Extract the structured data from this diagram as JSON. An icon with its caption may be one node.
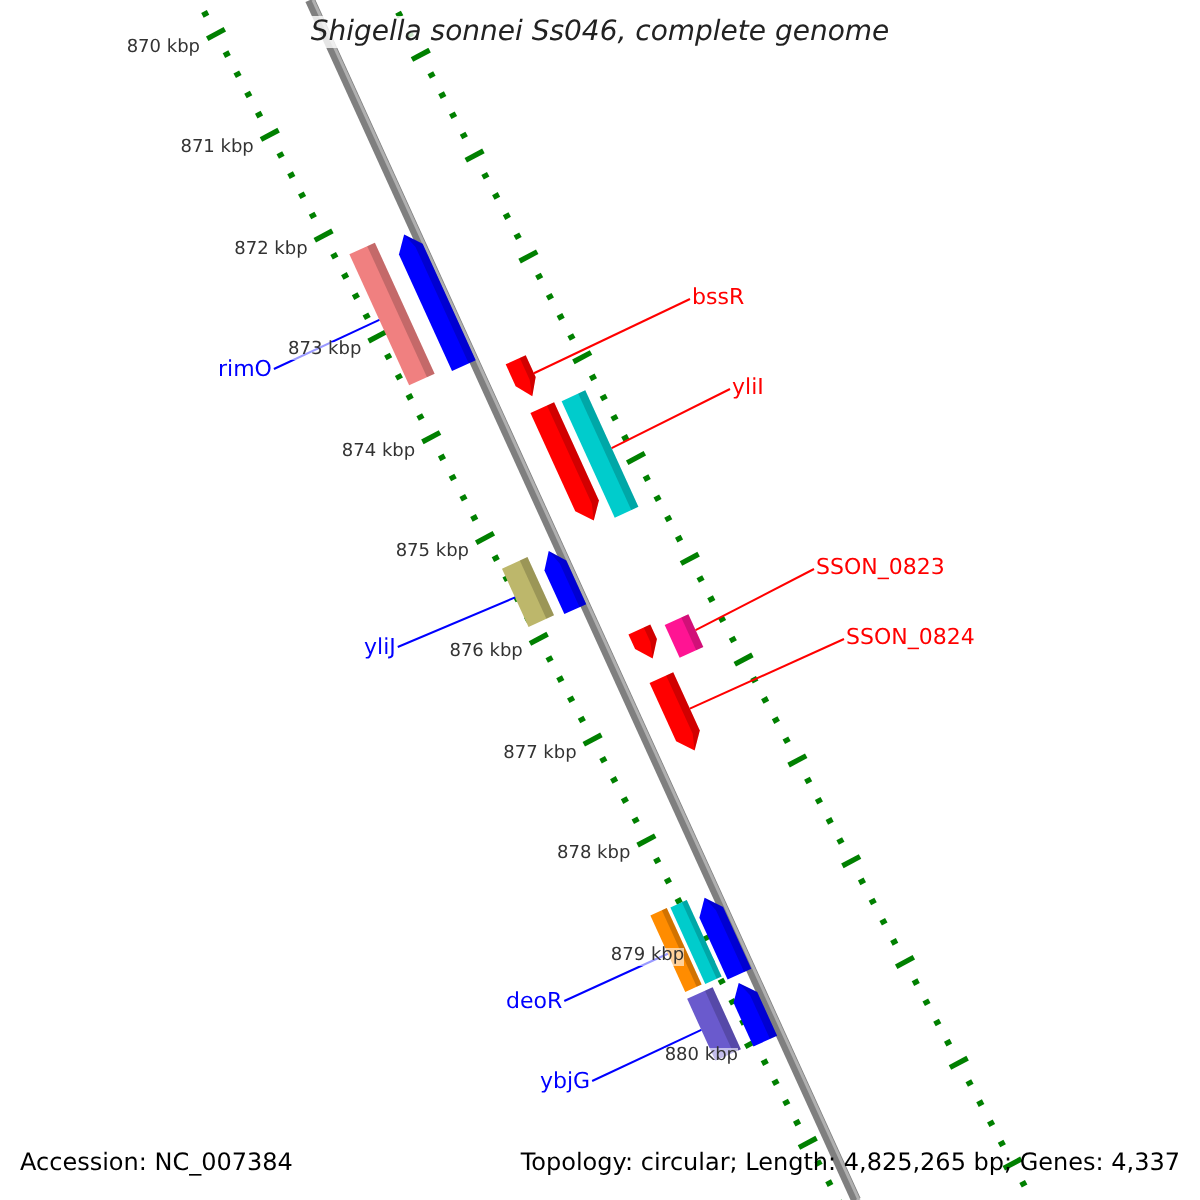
{
  "diagram": {
    "title": "Shigella sonnei Ss046, complete genome",
    "nodes": [
      {
        "text": [],
        "shape": "bar"
      },
      {
        "text": [],
        "shape": "pentagon"
      },
      {
        "text": [],
        "shape": "pentagon"
      },
      {
        "text": [],
        "shape": "pentagon"
      },
      {
        "text": [],
        "shape": "bar"
      },
      {
        "text": [],
        "shape": "bar"
      },
      {
        "text": [],
        "shape": "pentagon"
      },
      {
        "text": [],
        "shape": "pentagon"
      },
      {
        "text": [],
        "shape": "bar"
      },
      {
        "text": [],
        "shape": "pentagon"
      },
      {
        "text": [],
        "shape": "bar"
      },
      {
        "text": [],
        "shape": "bar"
      },
      {
        "text": [],
        "shape": "pentagon"
      },
      {
        "text": [],
        "shape": "bar"
      },
      {
        "text": [],
        "shape": "pentagon"
      },
      {
        "text": [
          "bssR"
        ]
      },
      {
        "text": [
          "rimO"
        ]
      },
      {
        "text": [
          "yliI"
        ]
      },
      {
        "text": [
          "SSON_0823"
        ]
      },
      {
        "text": [
          "SSON_0824"
        ]
      },
      {
        "text": [
          "yliJ"
        ]
      },
      {
        "text": [
          "deoR"
        ]
      },
      {
        "text": [
          "ybjG"
        ]
      }
    ],
    "edges": [
      {
        "from": 15,
        "to": 2,
        "arrow": "none",
        "color": "#ff0000"
      },
      {
        "from": 16,
        "to": 0,
        "arrow": "none",
        "color": "#0000ff"
      },
      {
        "from": 17,
        "to": 4,
        "arrow": "none",
        "color": "#ff0000"
      },
      {
        "from": 18,
        "to": 8,
        "arrow": "none",
        "color": "#ff0000"
      },
      {
        "from": 19,
        "to": 9,
        "arrow": "none",
        "color": "#ff0000"
      },
      {
        "from": 20,
        "to": 5,
        "arrow": "none",
        "color": "#0000ff"
      },
      {
        "from": 21,
        "to": 10,
        "arrow": "none",
        "color": "#0000ff"
      },
      {
        "from": 22,
        "to": 13,
        "arrow": "none",
        "color": "#0000ff"
      }
    ],
    "labels": [
      "870 kbp",
      "871 kbp",
      "872 kbp",
      "873 kbp",
      "874 kbp",
      "875 kbp",
      "876 kbp",
      "877 kbp",
      "878 kbp",
      "879 kbp",
      "880 kbp",
      "Accession: NC_007384",
      "Topology: circular; Length: 4,825,265 bp; Genes: 4,337"
    ]
  }
}
